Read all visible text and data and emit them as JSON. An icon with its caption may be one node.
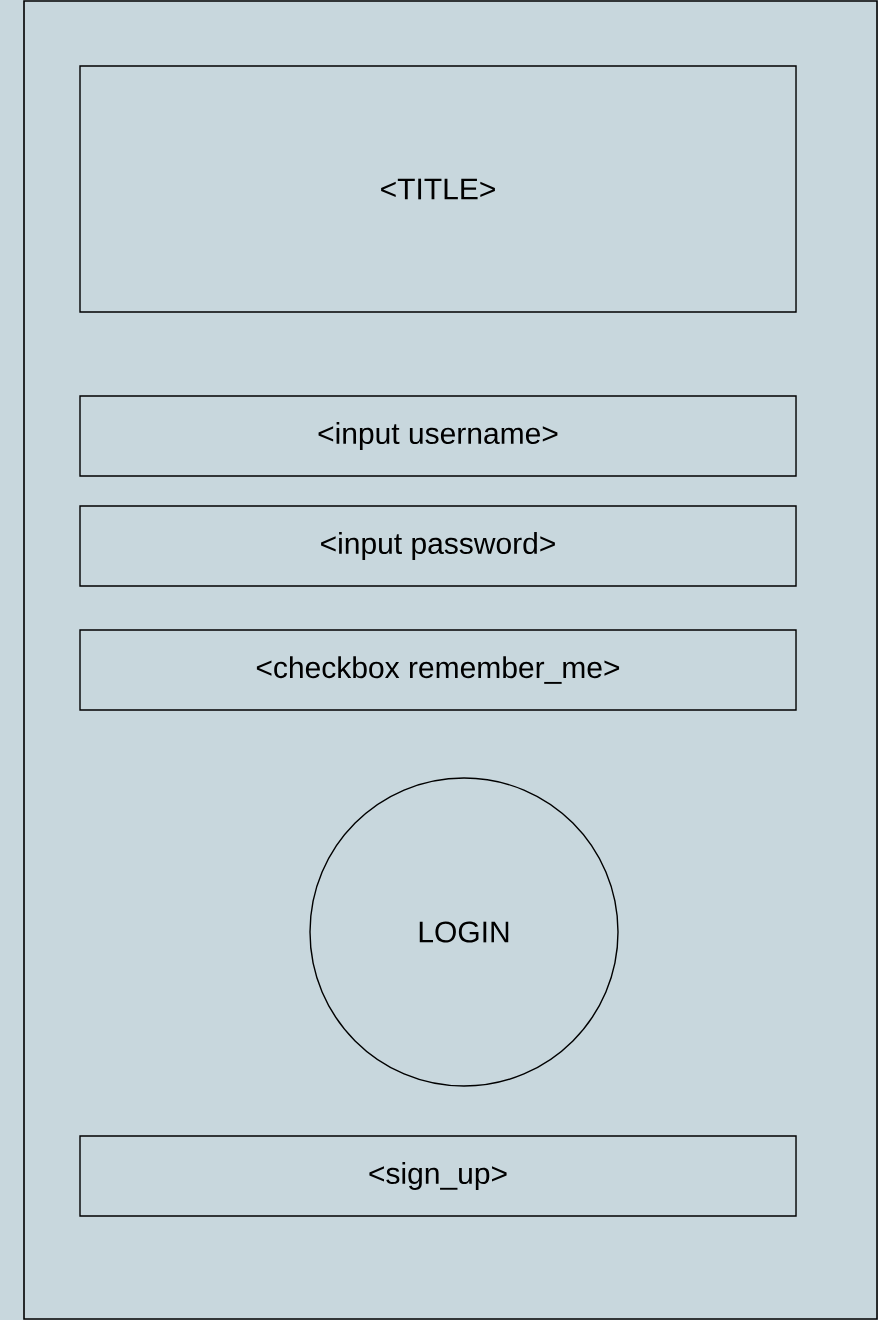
{
  "diagram": {
    "nodes": [
      {
        "text": [
          "<TITLE>"
        ]
      },
      {
        "text": [
          "<input username>"
        ]
      },
      {
        "text": [
          "<input password>"
        ]
      },
      {
        "text": [
          "<checkbox remember_me>"
        ]
      },
      {
        "text": [
          "LOGIN"
        ]
      },
      {
        "text": [
          "<sign_up>"
        ]
      }
    ]
  }
}
